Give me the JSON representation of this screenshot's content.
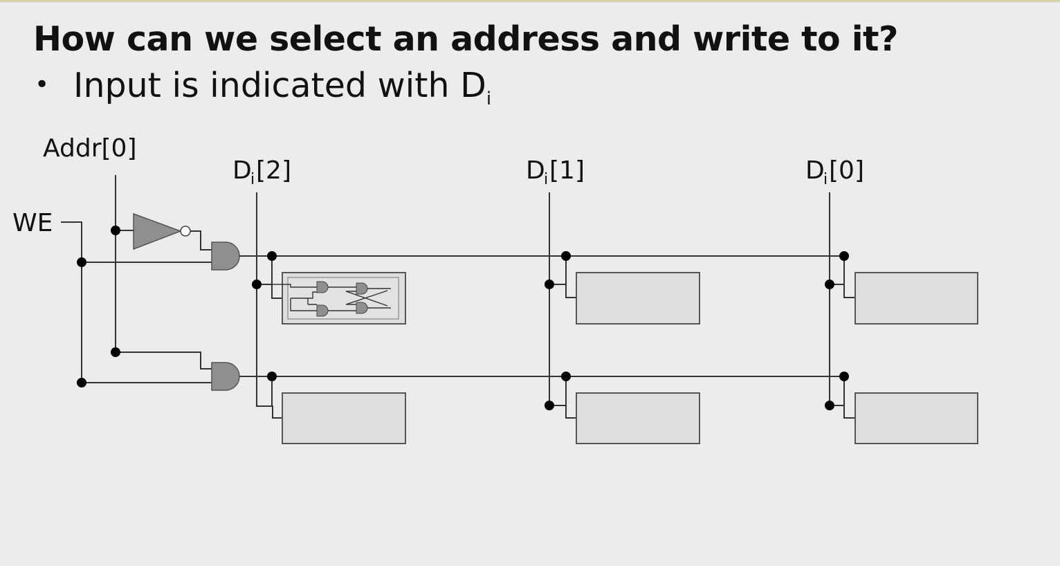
{
  "slide": {
    "title": "How can we select an address and write to it?",
    "bullet": {
      "text": "Input is indicated with D",
      "subscript": "i"
    }
  },
  "diagram": {
    "address_label": "Addr[0]",
    "write_enable_label": "WE",
    "data_inputs": [
      {
        "base": "D",
        "sub": "i",
        "suffix": "[2]"
      },
      {
        "base": "D",
        "sub": "i",
        "suffix": "[1]"
      },
      {
        "base": "D",
        "sub": "i",
        "suffix": "[0]"
      }
    ]
  }
}
